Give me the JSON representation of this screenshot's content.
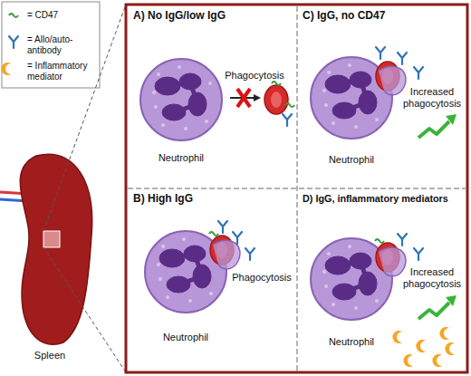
{
  "diagram": {
    "nodes": [
      {
        "text": [
          "Spleen"
        ]
      },
      {
        "text": [
          "A) No IgG/low IgG",
          "Phagocytosis",
          "Neutrophil"
        ]
      },
      {
        "text": [
          "C) IgG, no CD47",
          "Increased phagocytosis",
          "Neutrophil"
        ]
      },
      {
        "text": [
          "B) High IgG",
          "Phagocytosis",
          "Neutrophil"
        ]
      },
      {
        "text": [
          "D) IgG, inflammatory mediators",
          "Increased phagocytosis",
          "Neutrophil"
        ]
      }
    ],
    "legend": [
      {
        "text": "= CD47"
      },
      {
        "text": "= Allo/auto-antibody"
      },
      {
        "text": "= Inflammatory mediator"
      }
    ]
  }
}
